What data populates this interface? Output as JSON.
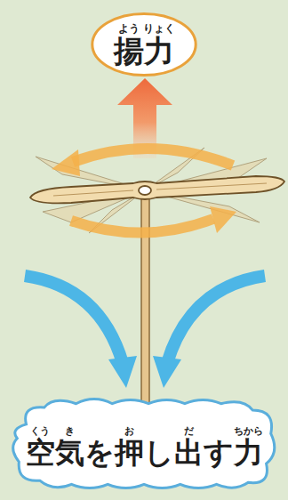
{
  "diagram": {
    "nodes": [
      {
        "text": [
          "揚力"
        ]
      },
      {
        "text": [
          "空気を押し出す力"
        ]
      }
    ],
    "labels": [
      "よう",
      "りょく",
      "くう",
      "き",
      "お",
      "だ",
      "ちから"
    ]
  }
}
